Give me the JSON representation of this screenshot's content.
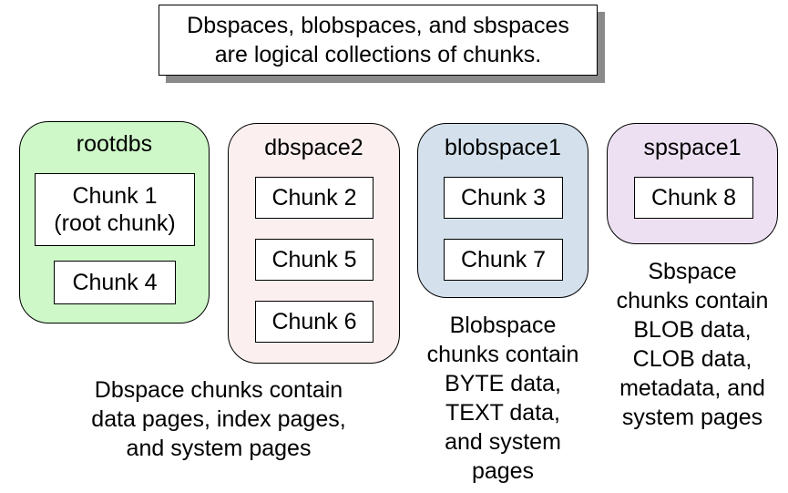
{
  "title": {
    "lines": [
      "Dbspaces, blobspaces, and sbspaces",
      "are  logical collections of chunks."
    ]
  },
  "spaces": [
    {
      "label": "rootdbs",
      "fill": "#cff8c9",
      "chunks": [
        {
          "lines": [
            "Chunk 1",
            "(root chunk)"
          ]
        },
        {
          "lines": [
            "Chunk 4"
          ]
        }
      ]
    },
    {
      "label": "dbspace2",
      "fill": "#fcefef",
      "chunks": [
        {
          "lines": [
            "Chunk 2"
          ]
        },
        {
          "lines": [
            "Chunk 5"
          ]
        },
        {
          "lines": [
            "Chunk 6"
          ]
        }
      ]
    },
    {
      "label": "blobspace1",
      "fill": "#d4e1ec",
      "chunks": [
        {
          "lines": [
            "Chunk 3"
          ]
        },
        {
          "lines": [
            "Chunk 7"
          ]
        }
      ]
    },
    {
      "label": "spspace1",
      "fill": "#ede0f2",
      "chunks": [
        {
          "lines": [
            "Chunk 8"
          ]
        }
      ]
    }
  ],
  "notes": {
    "dbspace": [
      "Dbspace chunks contain",
      "data pages, index pages,",
      "and system pages"
    ],
    "blobspace": [
      "Blobspace",
      "chunks contain",
      "BYTE data,",
      "TEXT data,",
      "and system",
      "pages"
    ],
    "sbspace": [
      "Sbspace",
      "chunks contain",
      "BLOB data,",
      "CLOB data,",
      "metadata, and",
      "system pages"
    ]
  }
}
